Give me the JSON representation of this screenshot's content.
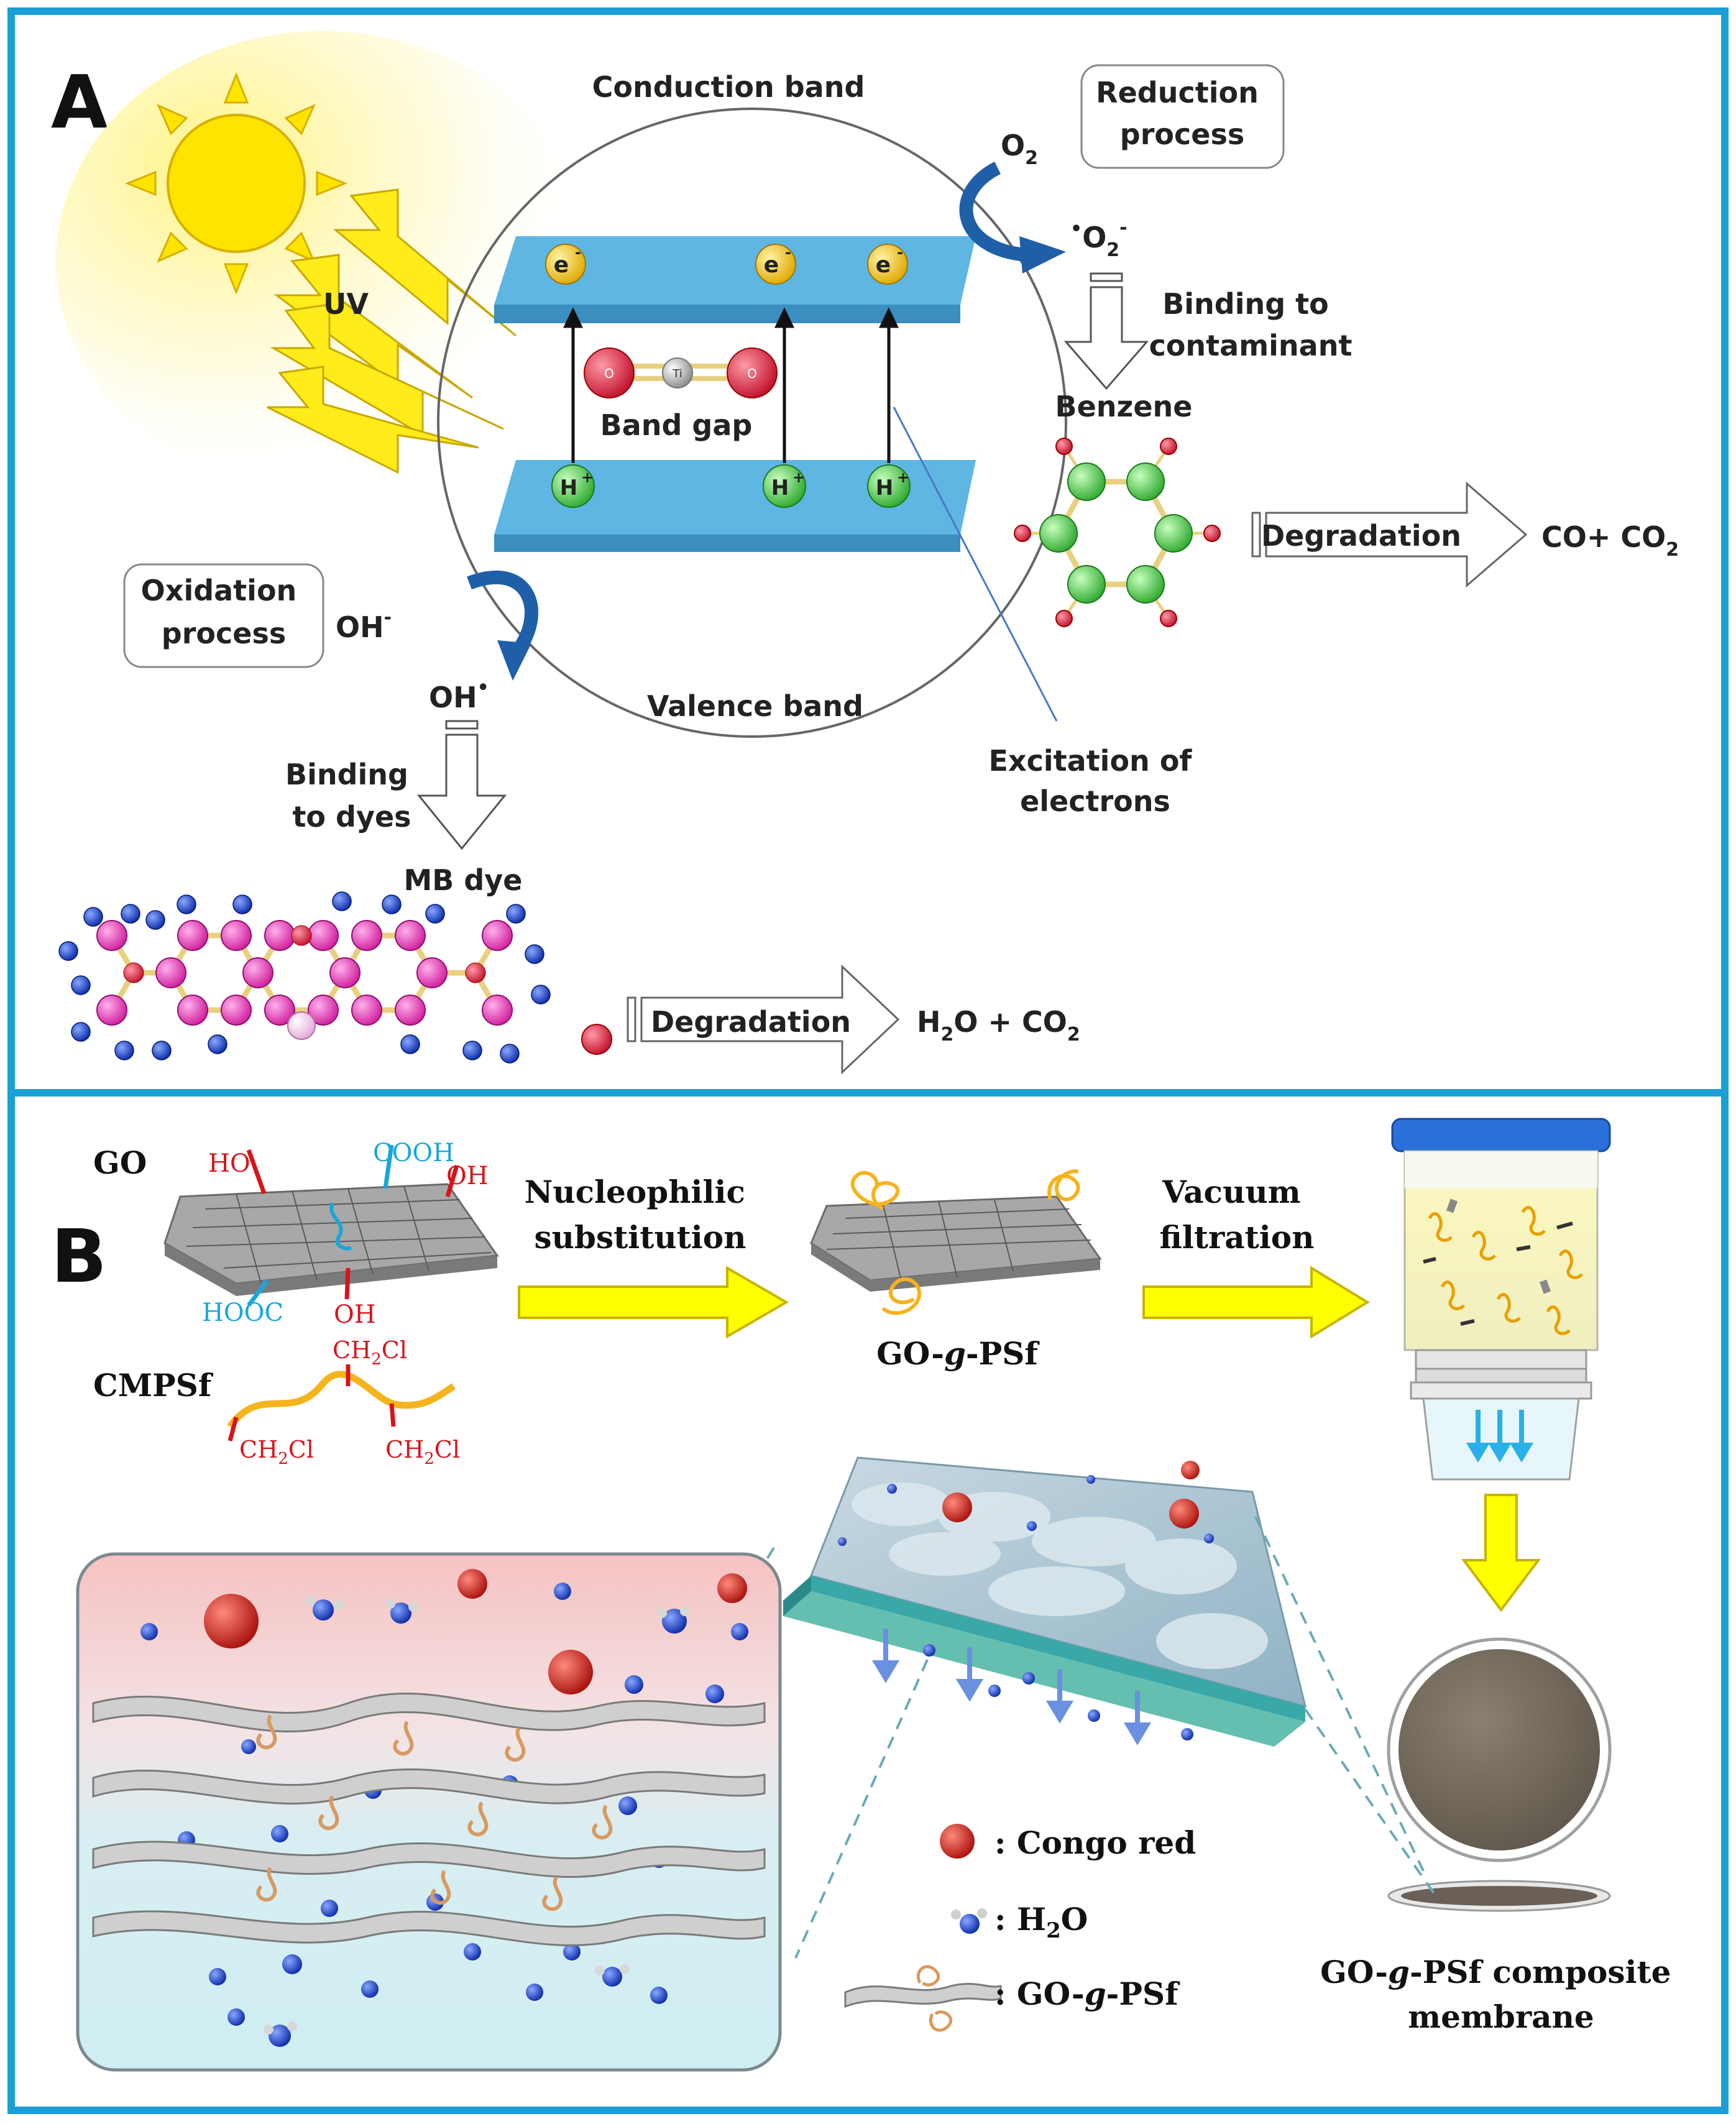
{
  "panel_a": {
    "letter": "A",
    "conduction_band": "Conduction band",
    "valence_band": "Valence band",
    "band_gap": "Band gap",
    "uv": "UV",
    "electron": "e",
    "electron_sup": "-",
    "hole": "H",
    "hole_sup": "+",
    "ti": "Ti",
    "o_atom": "O",
    "reduction_line1": "Reduction",
    "reduction_line2": "process",
    "o2": "O",
    "o2_sub": "2",
    "superoxide_dot": "•",
    "superoxide": "O",
    "superoxide_sub": "2",
    "superoxide_sup": "-",
    "binding_contaminant_line1": "Binding to",
    "binding_contaminant_line2": "contaminant",
    "benzene": "Benzene",
    "degradation_top": "Degradation",
    "products_top": "CO+ CO",
    "products_top_sub": "2",
    "oxidation_line1": "Oxidation",
    "oxidation_line2": "process",
    "oh_minus": "OH",
    "oh_minus_sup": "-",
    "oh_radical": "OH",
    "oh_radical_sup": "•",
    "binding_dyes_line1": "Binding",
    "binding_dyes_line2": "to dyes",
    "mb_dye": "MB dye",
    "excitation_line1": "Excitation of",
    "excitation_line2": "electrons",
    "degradation_bottom": "Degradation",
    "products_bottom_a": "H",
    "products_bottom_sub1": "2",
    "products_bottom_b": "O + CO",
    "products_bottom_sub2": "2"
  },
  "panel_b": {
    "letter": "B",
    "go": "GO",
    "ho": "HO",
    "cooh": "COOH",
    "oh": "OH",
    "hooc": "HOOC",
    "oh2": "OH",
    "cmpsf": "CMPSf",
    "ch2cl": "CH",
    "ch2cl_sub": "2",
    "ch2cl_tail": "Cl",
    "step1_line1": "Nucleophilic",
    "step1_line2": "substitution",
    "product": "GO-",
    "product_g": "g",
    "product_tail": "-PSf",
    "step2_line1": "Vacuum",
    "step2_line2": "filtration",
    "legend_congo": ": Congo red",
    "legend_h2o_a": ": H",
    "legend_h2o_sub": "2",
    "legend_h2o_b": "O",
    "legend_gopsf_a": ": GO-",
    "legend_gopsf_g": "g",
    "legend_gopsf_b": "-PSf",
    "membrane_line1_a": "GO-",
    "membrane_line1_g": "g",
    "membrane_line1_b": "-PSf composite",
    "membrane_line2": "membrane"
  },
  "colors": {
    "frame": "#1a9fd6",
    "band": "#5fb6e3",
    "electron": "#f2c316",
    "hole": "#5ad15a",
    "oxygen": "#e8304a",
    "arrow_yellow": "#ffff00",
    "curved_arrow": "#1f5fa8",
    "red_label": "#d8141a",
    "cyan_label": "#1aa7d8",
    "chain": "#f5b31e"
  }
}
